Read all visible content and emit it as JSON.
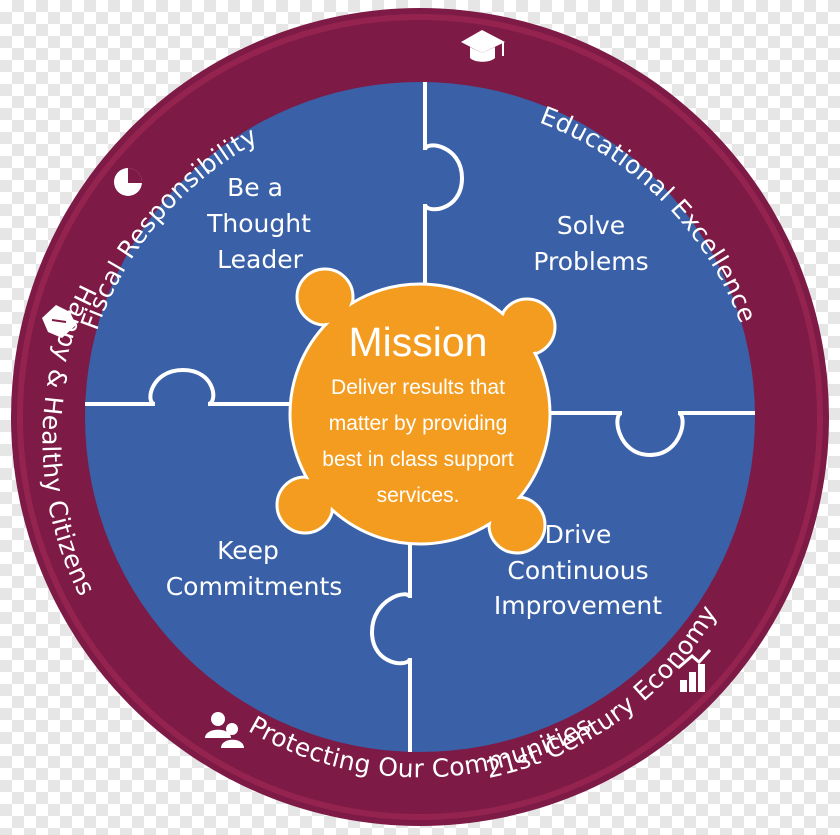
{
  "colors": {
    "ring": "#7d1a45",
    "ring_edge": "#94244f",
    "quadrant": "#3a60a8",
    "center": "#f39c1f",
    "line": "#ffffff"
  },
  "ring_labels": [
    {
      "text": "Fiscal Responsibility",
      "icon": "pie-chart-icon"
    },
    {
      "text": "Educational Excellence",
      "icon": "graduation-cap-icon"
    },
    {
      "text": "21st Century Economy",
      "icon": "growth-chart-icon"
    },
    {
      "text": "Protecting Our Communities",
      "icon": "people-icon"
    },
    {
      "text": "Happy & Healthy Citizens",
      "icon": "handshake-icon"
    }
  ],
  "quadrants": {
    "top_left": [
      "Be a",
      "Thought",
      "Leader"
    ],
    "top_right": [
      "Solve",
      "Problems"
    ],
    "bottom_left": [
      "Keep",
      "Commitments"
    ],
    "bottom_right": [
      "Drive",
      "Continuous",
      "Improvement"
    ]
  },
  "mission": {
    "title": "Mission",
    "lines": [
      "Deliver results that",
      "matter by providing",
      "best in class support",
      "services."
    ]
  }
}
